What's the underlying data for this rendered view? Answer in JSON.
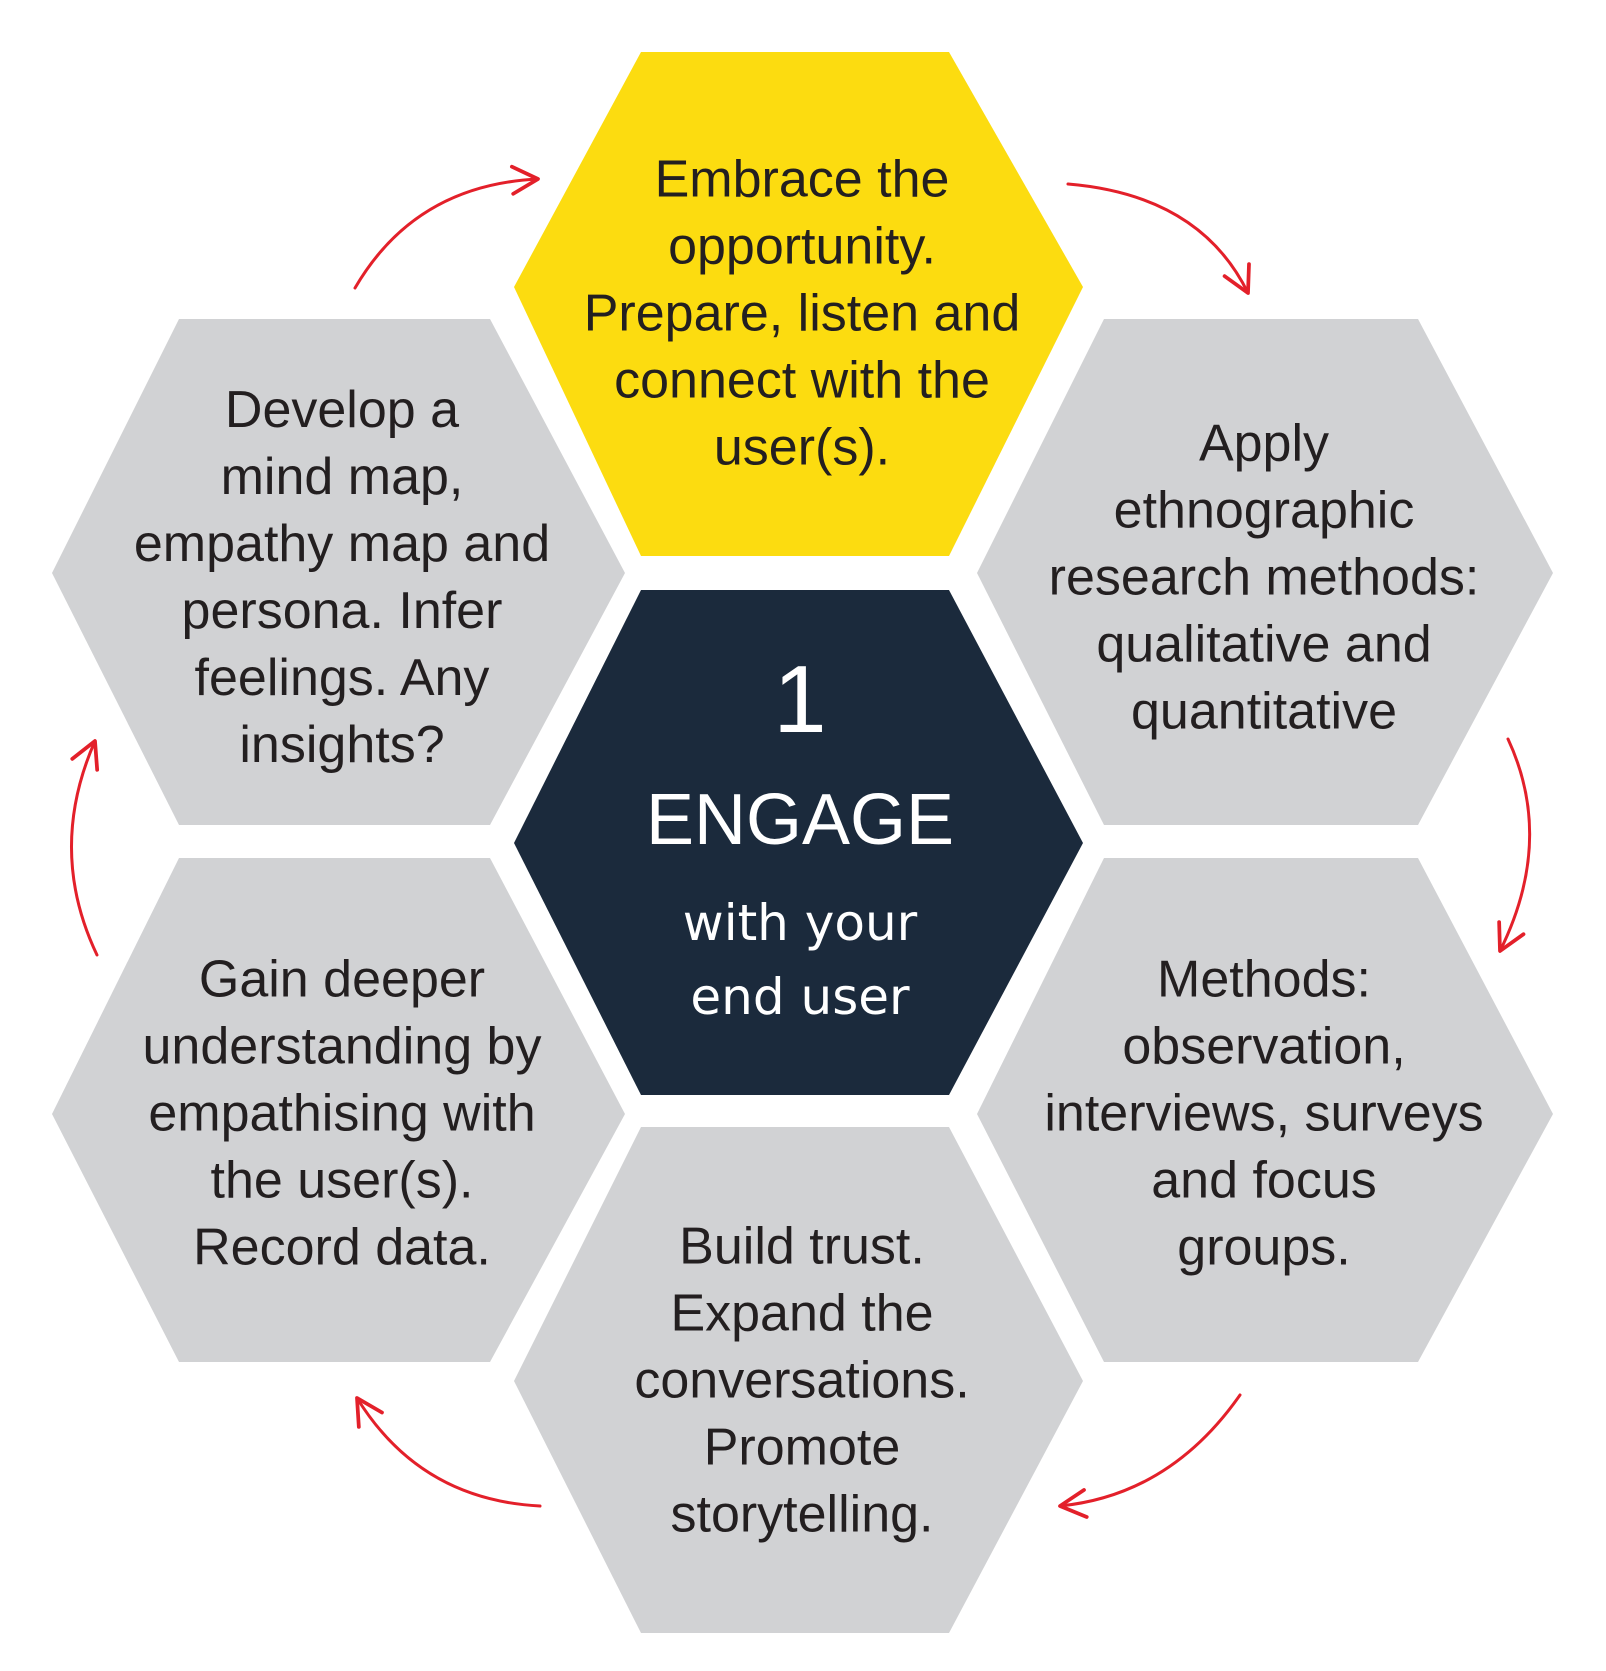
{
  "colors": {
    "yellow": "#fcdc10",
    "gray": "#d1d2d4",
    "navy": "#1b2a3c",
    "arrow": "#e3202a",
    "text_dark": "#231f20",
    "text_light": "#ffffff"
  },
  "center": {
    "number": "1",
    "title": "ENGAGE",
    "subtitle_lines": [
      "with your",
      "end user"
    ]
  },
  "hexagons": [
    {
      "id": "top",
      "color": "yellow",
      "lines": [
        "Embrace the",
        "opportunity.",
        "Prepare, listen and",
        "connect with the",
        "user(s)."
      ]
    },
    {
      "id": "upper-right",
      "color": "gray",
      "lines": [
        "Apply",
        "ethnographic",
        "research methods:",
        "qualitative and",
        "quantitative"
      ]
    },
    {
      "id": "lower-right",
      "color": "gray",
      "lines": [
        "Methods:",
        "observation,",
        "interviews, surveys",
        "and focus",
        "groups."
      ]
    },
    {
      "id": "bottom",
      "color": "gray",
      "lines": [
        "Build trust.",
        "Expand the",
        "conversations.",
        "Promote",
        "storytelling."
      ]
    },
    {
      "id": "lower-left",
      "color": "gray",
      "lines": [
        "Gain deeper",
        "understanding by",
        "empathising with",
        "the user(s).",
        "Record data."
      ]
    },
    {
      "id": "upper-left",
      "color": "gray",
      "lines": [
        "Develop a",
        "mind map,",
        "empathy map and",
        "persona. Infer",
        "feelings. Any",
        "insights?"
      ]
    }
  ],
  "arrows": {
    "direction": "clockwise",
    "count": 6
  }
}
